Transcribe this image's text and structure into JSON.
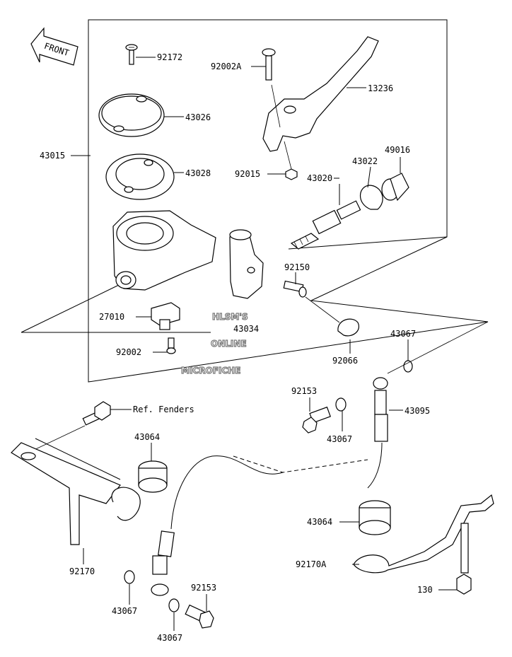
{
  "front_label": "FRONT",
  "watermark": [
    "HLSM'S",
    "ONLINE",
    "MICROFICHE"
  ],
  "labels": {
    "p92172": "92172",
    "p43026": "43026",
    "p43028": "43028",
    "p43015": "43015",
    "p92002A": "92002A",
    "p13236": "13236",
    "p92015": "92015",
    "p43020": "43020",
    "p43022": "43022",
    "p49016": "49016",
    "p92150": "92150",
    "p27010": "27010",
    "p43034": "43034",
    "p92002": "92002",
    "p92066": "92066",
    "p43067a": "43067",
    "p92153a": "92153",
    "p43067b": "43067",
    "p43095": "43095",
    "pRef": "Ref. Fenders",
    "p43064a": "43064",
    "p92170": "92170",
    "p43064b": "43064",
    "p92170A": "92170A",
    "p130": "130",
    "p43067c": "43067",
    "p92153b": "92153",
    "p43067d": "43067"
  }
}
